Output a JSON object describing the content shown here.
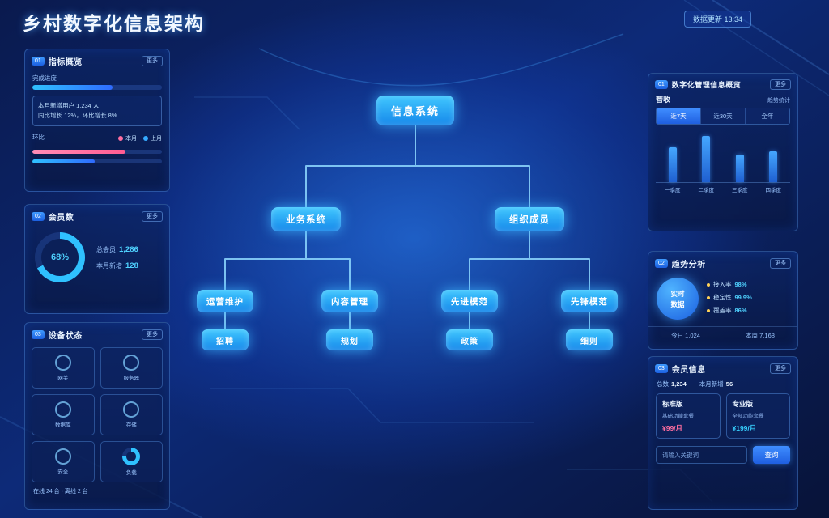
{
  "page": {
    "title": "乡村数字化信息架构",
    "badge": "数据更新 13:34"
  },
  "tree": {
    "root": {
      "label": "信息系统"
    },
    "level2": [
      {
        "label": "业务系统"
      },
      {
        "label": "组织成员"
      }
    ],
    "level3": [
      {
        "label": "运营维护"
      },
      {
        "label": "内容管理"
      },
      {
        "label": "先进模范"
      },
      {
        "label": "先锋模范"
      }
    ],
    "level4": [
      {
        "label": "招聘"
      },
      {
        "label": "规划"
      },
      {
        "label": "政策"
      },
      {
        "label": "细则"
      }
    ]
  },
  "left_panels": {
    "overview": {
      "tag": "01",
      "title": "指标概览",
      "more": "更多",
      "progress_label": "完成进度",
      "progress": 62,
      "note_lines": [
        "本月新增用户 1,234 人",
        "同比增长 12%，环比增长 8%"
      ],
      "legend_title": "环比",
      "legend": [
        {
          "label": "本月",
          "color": "#ff6ea0"
        },
        {
          "label": "上月",
          "color": "#35aaff"
        }
      ],
      "bars": [
        {
          "label": "本月",
          "value": 72
        },
        {
          "label": "上月",
          "value": 48
        }
      ]
    },
    "members": {
      "tag": "02",
      "title": "会员数",
      "more": "更多",
      "donut_percent": 68,
      "donut_text": "68%",
      "stats": [
        {
          "label": "总会员",
          "value": "1,286"
        },
        {
          "label": "本月新增",
          "value": "128"
        }
      ]
    },
    "devices": {
      "tag": "03",
      "title": "设备状态",
      "more": "更多",
      "tiles": [
        {
          "label": "网关"
        },
        {
          "label": "服务器"
        },
        {
          "label": "数据库"
        },
        {
          "label": "存储"
        },
        {
          "label": "安全"
        },
        {
          "label": "负载"
        }
      ],
      "donut_percent": 76,
      "footer": "在线 24 台 · 离线 2 台"
    }
  },
  "right_panels": {
    "revenue": {
      "tag": "01",
      "title": "数字化管理信息概览",
      "more": "更多",
      "subtitle_left": "营收",
      "subtitle_right": "趋势统计",
      "tabs": [
        {
          "label": "近7天"
        },
        {
          "label": "近30天"
        },
        {
          "label": "全年"
        }
      ],
      "chart_data": {
        "type": "bar",
        "categories": [
          "一季度",
          "二季度",
          "三季度",
          "四季度"
        ],
        "values": [
          70,
          92,
          55,
          62
        ],
        "ylim": [
          0,
          100
        ]
      }
    },
    "trend": {
      "tag": "02",
      "title": "趋势分析",
      "more": "更多",
      "circle_line1": "实时",
      "circle_line2": "数据",
      "items": [
        {
          "label": "接入率",
          "value": "98%"
        },
        {
          "label": "稳定性",
          "value": "99.9%"
        },
        {
          "label": "覆盖率",
          "value": "86%"
        }
      ],
      "footer": [
        "今日 1,024",
        "本周 7,168"
      ]
    },
    "membersinfo": {
      "tag": "03",
      "title": "会员信息",
      "more": "更多",
      "stats": [
        {
          "label": "总数",
          "value": "1,234"
        },
        {
          "label": "本月新增",
          "value": "56"
        }
      ],
      "cards": [
        {
          "title": "标准版",
          "line": "基础功能套餐",
          "price": "¥99/月"
        },
        {
          "title": "专业版",
          "line": "全部功能套餐",
          "price": "¥199/月"
        }
      ],
      "input_placeholder": "请输入关键词",
      "button": "查询"
    }
  },
  "colors": {
    "accent_cyan": "#41c8ff",
    "accent_blue": "#1f5fe0",
    "pink": "#ff6ea0",
    "line": "#8fd9ff"
  }
}
